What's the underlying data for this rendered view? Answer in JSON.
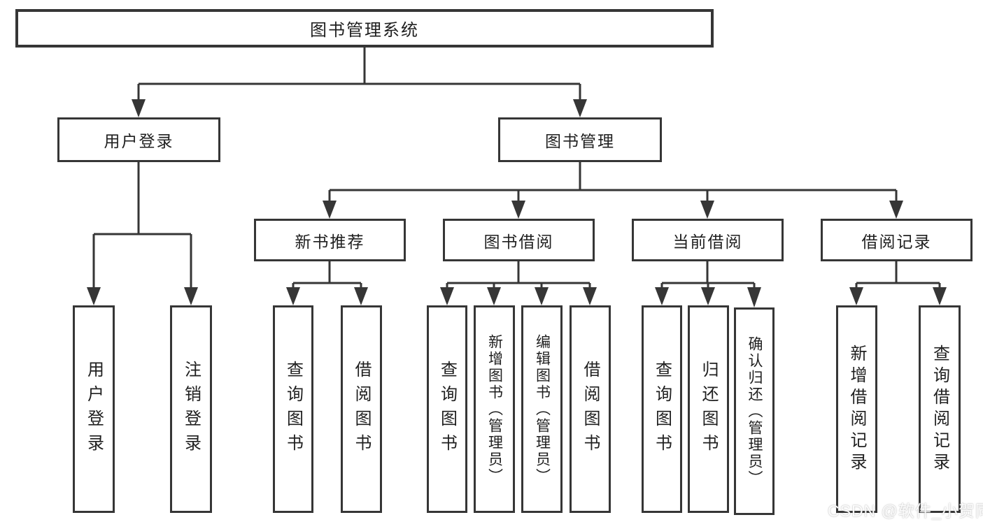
{
  "nodes": {
    "root": "图书管理系统",
    "user_login": "用户登录",
    "book_management": "图书管理",
    "new_book_recommend": "新书推荐",
    "book_borrowing": "图书借阅",
    "current_borrowing": "当前借阅",
    "borrowing_records": "借阅记录",
    "leaves_user_login": [
      "用户登录",
      "注销登录"
    ],
    "leaves_new_book": [
      "查询图书",
      "借阅图书"
    ],
    "leaves_book_borrowing": [
      "查询图书",
      "新增图书（管理员）",
      "编辑图书（管理员）",
      "借阅图书"
    ],
    "leaves_current_borrowing": [
      "查询图书",
      "归还图书",
      "确认归还（管理员）"
    ],
    "leaves_borrowing_records": [
      "新增借阅记录",
      "查询借阅记录"
    ]
  },
  "watermark": "CSDN @软件_小贺同学",
  "colors": {
    "line": "#363636",
    "box_border": "#363636",
    "text": "#1f1f1f",
    "background": "#ffffff",
    "watermark": "#ffffff"
  }
}
